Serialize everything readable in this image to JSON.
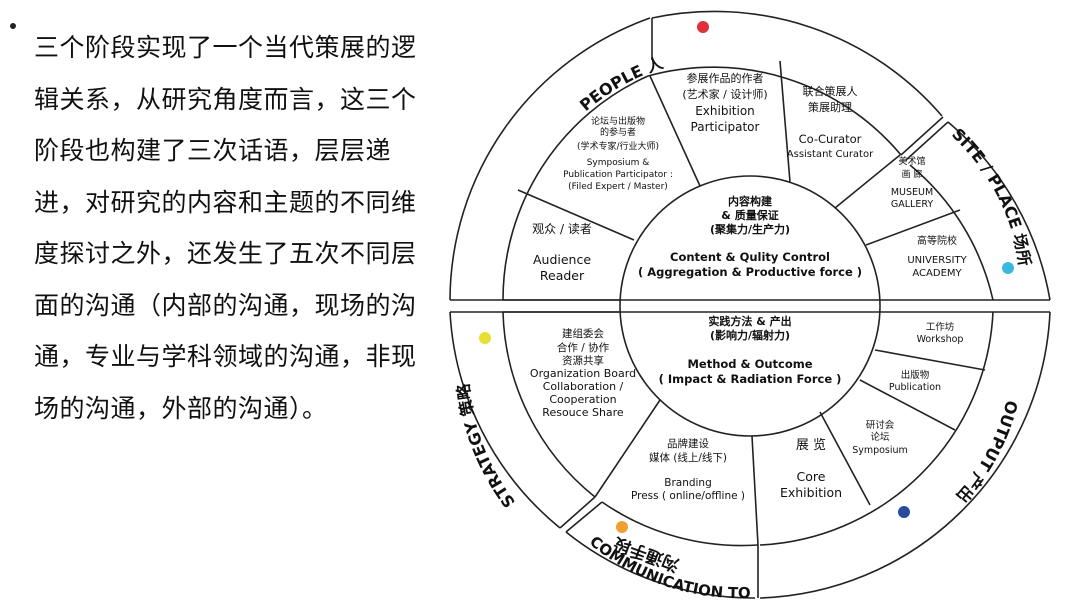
{
  "paragraph": "三个阶段实现了一个当代策展的逻辑关系，从研究角度而言，这三个阶段也构建了三次话语，层层递进，对研究的内容和主题的不同维度探讨之外，还发生了五次不同层面的沟通（内部的沟通，现场的沟通，专业与学科领域的沟通，非现场的沟通，外部的沟通）。",
  "center": {
    "top": {
      "zh1": "内容构建",
      "zh2": "& 质量保证",
      "zh3": "(聚集力/生产力)",
      "en1": "Content & Qulity Control",
      "en2": "( Aggregation & Productive force )"
    },
    "bottom": {
      "zh1": "实践方法 & 产出",
      "zh2": "(影响力/辐射力)",
      "en1": "Method & Outcome",
      "en2": "( Impact & Radiation Force )"
    }
  },
  "outer_labels": {
    "people": "PEOPLE 人",
    "site": "SITE / PLACE 场所",
    "output": "OUTPUT 产出",
    "communication_en": "COMMUNICATION TOOL",
    "communication_zh": "沟通手段",
    "strategy": "STRATEGY 策略"
  },
  "segments": {
    "audience": {
      "zh": "观众 / 读者",
      "en1": "Audience",
      "en2": "Reader"
    },
    "symposium": {
      "zh1": "论坛与出版物",
      "zh2": "的参与者",
      "zh3": "(学术专家/行业大师)",
      "en1": "Symposium &",
      "en2": "Publication Participator :",
      "en3": "(Filed Expert / Master)"
    },
    "exhibition": {
      "zh1": "参展作品的作者",
      "zh2": "(艺术家 / 设计师)",
      "en1": "Exhibition",
      "en2": "Participator"
    },
    "cocurator": {
      "zh1": "联合策展人",
      "zh2": "策展助理",
      "en1": "Co-Curator",
      "en2": "Assistant Curator"
    },
    "museum": {
      "zh1": "美术馆",
      "zh2": "画 廊",
      "en1": "MUSEUM",
      "en2": "GALLERY"
    },
    "university": {
      "zh": "高等院校",
      "en1": "UNIVERSITY",
      "en2": "ACADEMY"
    },
    "workshop": {
      "zh": "工作坊",
      "en": "Workshop"
    },
    "publication": {
      "zh": "出版物",
      "en": "Publication"
    },
    "symposium2": {
      "zh1": "研讨会",
      "zh2": "论坛",
      "en": "Symposium"
    },
    "core": {
      "zh": "展 览",
      "en1": "Core",
      "en2": "Exhibition"
    },
    "branding": {
      "zh1": "品牌建设",
      "zh2": "媒体 (线上/线下)",
      "en1": "Branding",
      "en2": "Press ( online/offline )"
    },
    "organization": {
      "zh1": "建组委会",
      "zh2": "合作 / 协作",
      "zh3": "资源共享",
      "en1": "Organization Board",
      "en2": "Collaboration /",
      "en3": "Cooperation",
      "en4": "Resouce Share"
    }
  },
  "colors": {
    "people_dot": "#e0303a",
    "site_dot": "#3cb8e0",
    "output_dot": "#2c4a9a",
    "communication_dot": "#f0a030",
    "strategy_dot": "#e8e030",
    "line": "#222222"
  }
}
